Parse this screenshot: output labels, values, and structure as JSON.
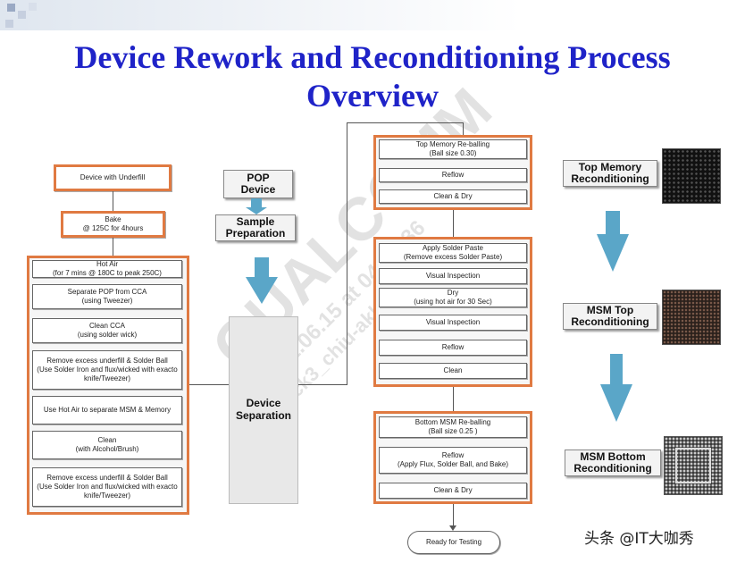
{
  "slide": {
    "title_line1": "Device Rework and Reconditioning Process",
    "title_line2": "Overview"
  },
  "left_column": {
    "device_with_underfill": "Device with Underfill",
    "bake": "Bake\n@ 125C for 4hours",
    "steps": [
      "Hot Air\n(for 7 mins @ 180C to peak 250C)",
      "Separate POP from CCA\n(using Tweezer)",
      "Clean CCA\n(using solder wick)",
      "Remove excess underfill & Solder Ball\n(Use Solder Iron and flux/wicked with exacto knife/Tweezer)",
      "Use Hot Air to separate MSM & Memory",
      "Clean\n(with Alcohol/Brush)",
      "Remove excess underfill & Solder Ball\n(Use Solder Iron and flux/wicked with exacto knife/Tweezer)"
    ]
  },
  "middle_column": {
    "pop_device": "POP\nDevice",
    "sample_preparation": "Sample\nPreparation",
    "device_separation": "Device\nSeparation"
  },
  "right_column": {
    "top_memory_group": [
      "Top Memory Re-balling\n(Ball size 0.30)",
      "Reflow",
      "Clean & Dry"
    ],
    "msm_top_group": [
      "Apply Solder Paste\n(Remove excess Solder Paste)",
      "Visual Inspection",
      "Dry\n(using hot air for 30 Sec)",
      "Visual Inspection",
      "Reflow",
      "Clean"
    ],
    "msm_bottom_group": [
      "Bottom MSM Re-balling\n(Ball size 0.25 )",
      "Reflow\n(Apply Flux, Solder Ball, and Bake)",
      "Clean & Dry"
    ],
    "ready_for_testing": "Ready for Testing"
  },
  "reconditioning": {
    "top_memory": "Top Memory\nReconditioning",
    "msm_top": "MSM Top\nReconditioning",
    "msm_bottom": "MSM Bottom\nReconditioning"
  },
  "watermark": {
    "brand": "QUALCOMM",
    "date_line": "2011.06.15 at 04:38:36",
    "user_line": "ack3_chiu-akb..."
  },
  "credit": "头条 @IT大咖秀",
  "colors": {
    "title": "#1f23c8",
    "group_border": "#e07a42",
    "arrow": "#5aa6c8"
  }
}
